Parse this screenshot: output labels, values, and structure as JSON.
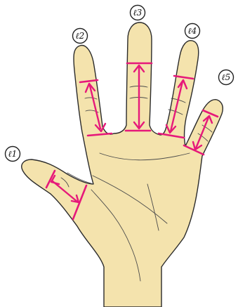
{
  "labels": {
    "l1": "ℓ1",
    "l2": "ℓ2",
    "l3": "ℓ3",
    "l4": "ℓ4",
    "l5": "ℓ5"
  },
  "colors": {
    "skin": "#F4E3AD",
    "outline": "#2b2b2b",
    "measure": "#E6197A"
  },
  "icons": {
    "measure_marker": "double-headed-arrow"
  }
}
